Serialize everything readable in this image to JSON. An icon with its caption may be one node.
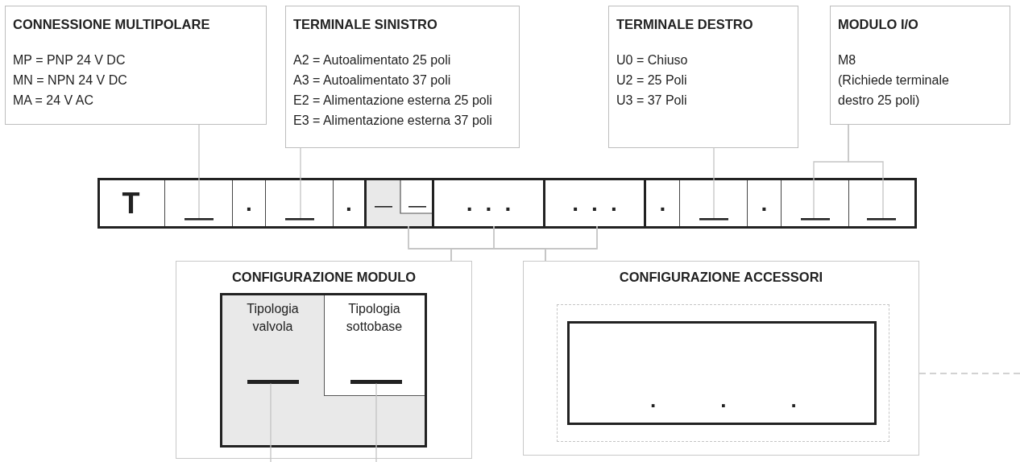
{
  "diagram": {
    "nodes": [
      {
        "text": [
          "CONNESSIONE MULTIPOLARE",
          "MP = PNP 24 V DC",
          "MN = NPN 24 V DC",
          "MA = 24 V AC"
        ]
      },
      {
        "text": [
          "TERMINALE SINISTRO",
          "A2 = Autoalimentato 25 poli",
          "A3 = Autoalimentato 37 poli",
          "E2 = Alimentazione esterna 25 poli",
          "E3 = Alimentazione esterna 37 poli"
        ]
      },
      {
        "text": [
          "TERMINALE DESTRO",
          "U0 = Chiuso",
          "U2 = 25 Poli",
          "U3 = 37 Poli"
        ]
      },
      {
        "text": [
          "MODULO I/O",
          "M8",
          "(Richiede terminale destro 25 poli)"
        ]
      },
      {
        "text": [],
        "shape": "box"
      },
      {
        "text": [
          "T"
        ],
        "in": 4
      },
      {
        "text": [],
        "shape": "box",
        "in": 4
      },
      {
        "text": [
          "."
        ],
        "in": 4
      },
      {
        "text": [],
        "shape": "box",
        "in": 4
      },
      {
        "text": [
          "."
        ],
        "in": 4
      },
      {
        "text": [],
        "shape": "box",
        "in": 4
      },
      {
        "text": [
          "..."
        ],
        "in": 4
      },
      {
        "text": [
          "..."
        ],
        "in": 4
      },
      {
        "text": [
          "."
        ],
        "in": 4
      },
      {
        "text": [],
        "shape": "box",
        "in": 4
      },
      {
        "text": [
          "."
        ],
        "in": 4
      },
      {
        "text": [],
        "shape": "box",
        "in": 4
      },
      {
        "text": [],
        "shape": "box",
        "in": 4
      },
      {
        "text": [
          "CONFIGURAZIONE MODULO"
        ]
      },
      {
        "text": [],
        "shape": "box",
        "in": 18
      },
      {
        "text": [
          "Tipologia valvola"
        ],
        "in": 19
      },
      {
        "text": [
          "Tipologia sottobase"
        ],
        "in": 19
      },
      {
        "text": [
          "CONFIGURAZIONE ACCESSORI"
        ]
      },
      {
        "text": [],
        "shape": "box",
        "in": 22
      },
      {
        "text": [
          "..."
        ],
        "in": 23
      }
    ],
    "edges": [
      {
        "from": 0,
        "to": 6,
        "arrow": "none"
      },
      {
        "from": 1,
        "to": 8,
        "arrow": "none"
      },
      {
        "from": 2,
        "to": 14,
        "arrow": "none"
      },
      {
        "from": 3,
        "to": 16,
        "arrow": "none"
      },
      {
        "from": 3,
        "to": 17,
        "arrow": "none"
      },
      {
        "from": 10,
        "to": 18,
        "arrow": "none"
      },
      {
        "from": 10,
        "to": 22,
        "arrow": "none"
      },
      {
        "from": 11,
        "to": 18,
        "arrow": "none"
      },
      {
        "from": 11,
        "to": 22,
        "arrow": "none"
      },
      {
        "from": 12,
        "to": 18,
        "arrow": "none"
      },
      {
        "from": 12,
        "to": 22,
        "arrow": "none"
      },
      {
        "from": 20,
        "to": null,
        "arrow": "none"
      },
      {
        "from": 21,
        "to": null,
        "arrow": "none"
      },
      {
        "from": 22,
        "to": null,
        "arrow": "none",
        "style": "dashed"
      }
    ]
  }
}
